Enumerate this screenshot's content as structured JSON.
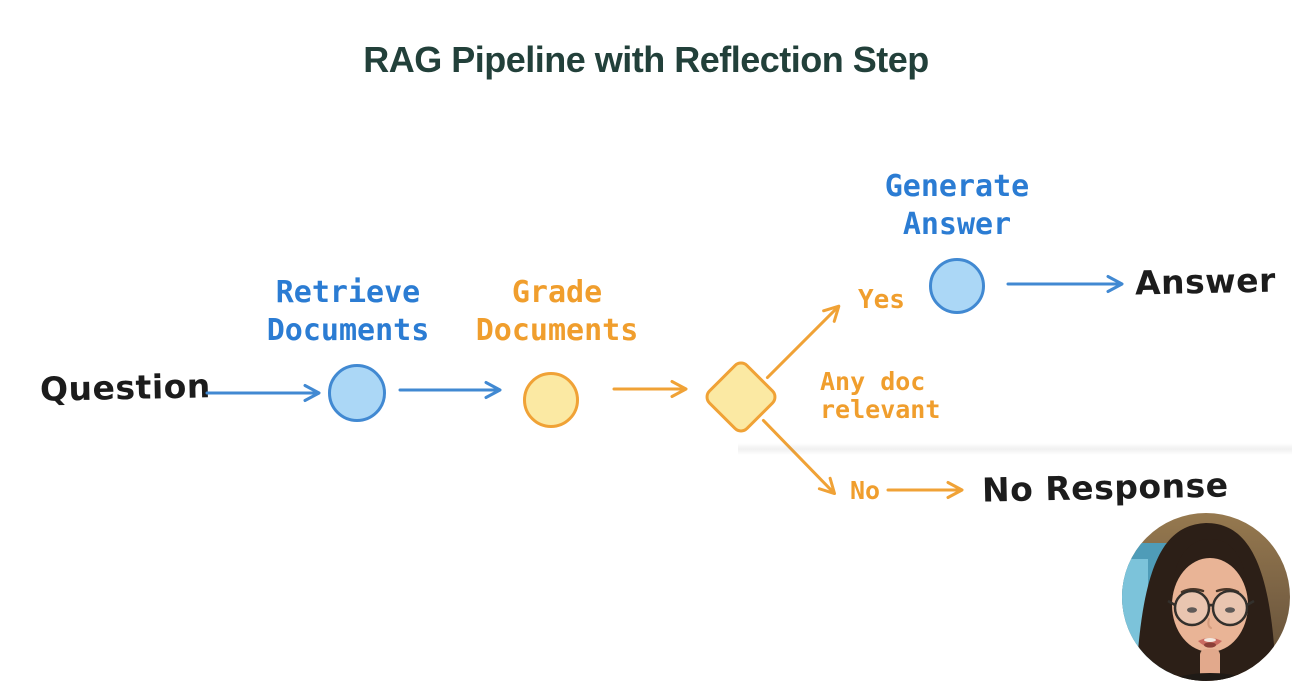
{
  "title": "RAG Pipeline with Reflection Step",
  "colors": {
    "title": "#22403A",
    "blue-text": "#2B7CD3",
    "blue-stroke": "#4189D2",
    "blue-fill": "#ABD7F6",
    "orange": "#F09E2D",
    "orange-stroke": "#F0A236",
    "yellow-fill": "#FBE9A3",
    "ink": "#1C1C1C"
  },
  "diagram": {
    "question_label": "Question",
    "retrieve_line1": "Retrieve",
    "retrieve_line2": "Documents",
    "grade_line1": "Grade",
    "grade_line2": "Documents",
    "generate_line1": "Generate",
    "generate_line2": "Answer",
    "yes_label": "Yes",
    "no_label": "No",
    "decision_line1": "Any doc",
    "decision_line2": "relevant",
    "answer_label": "Answer",
    "no_response_label": "No Response"
  }
}
